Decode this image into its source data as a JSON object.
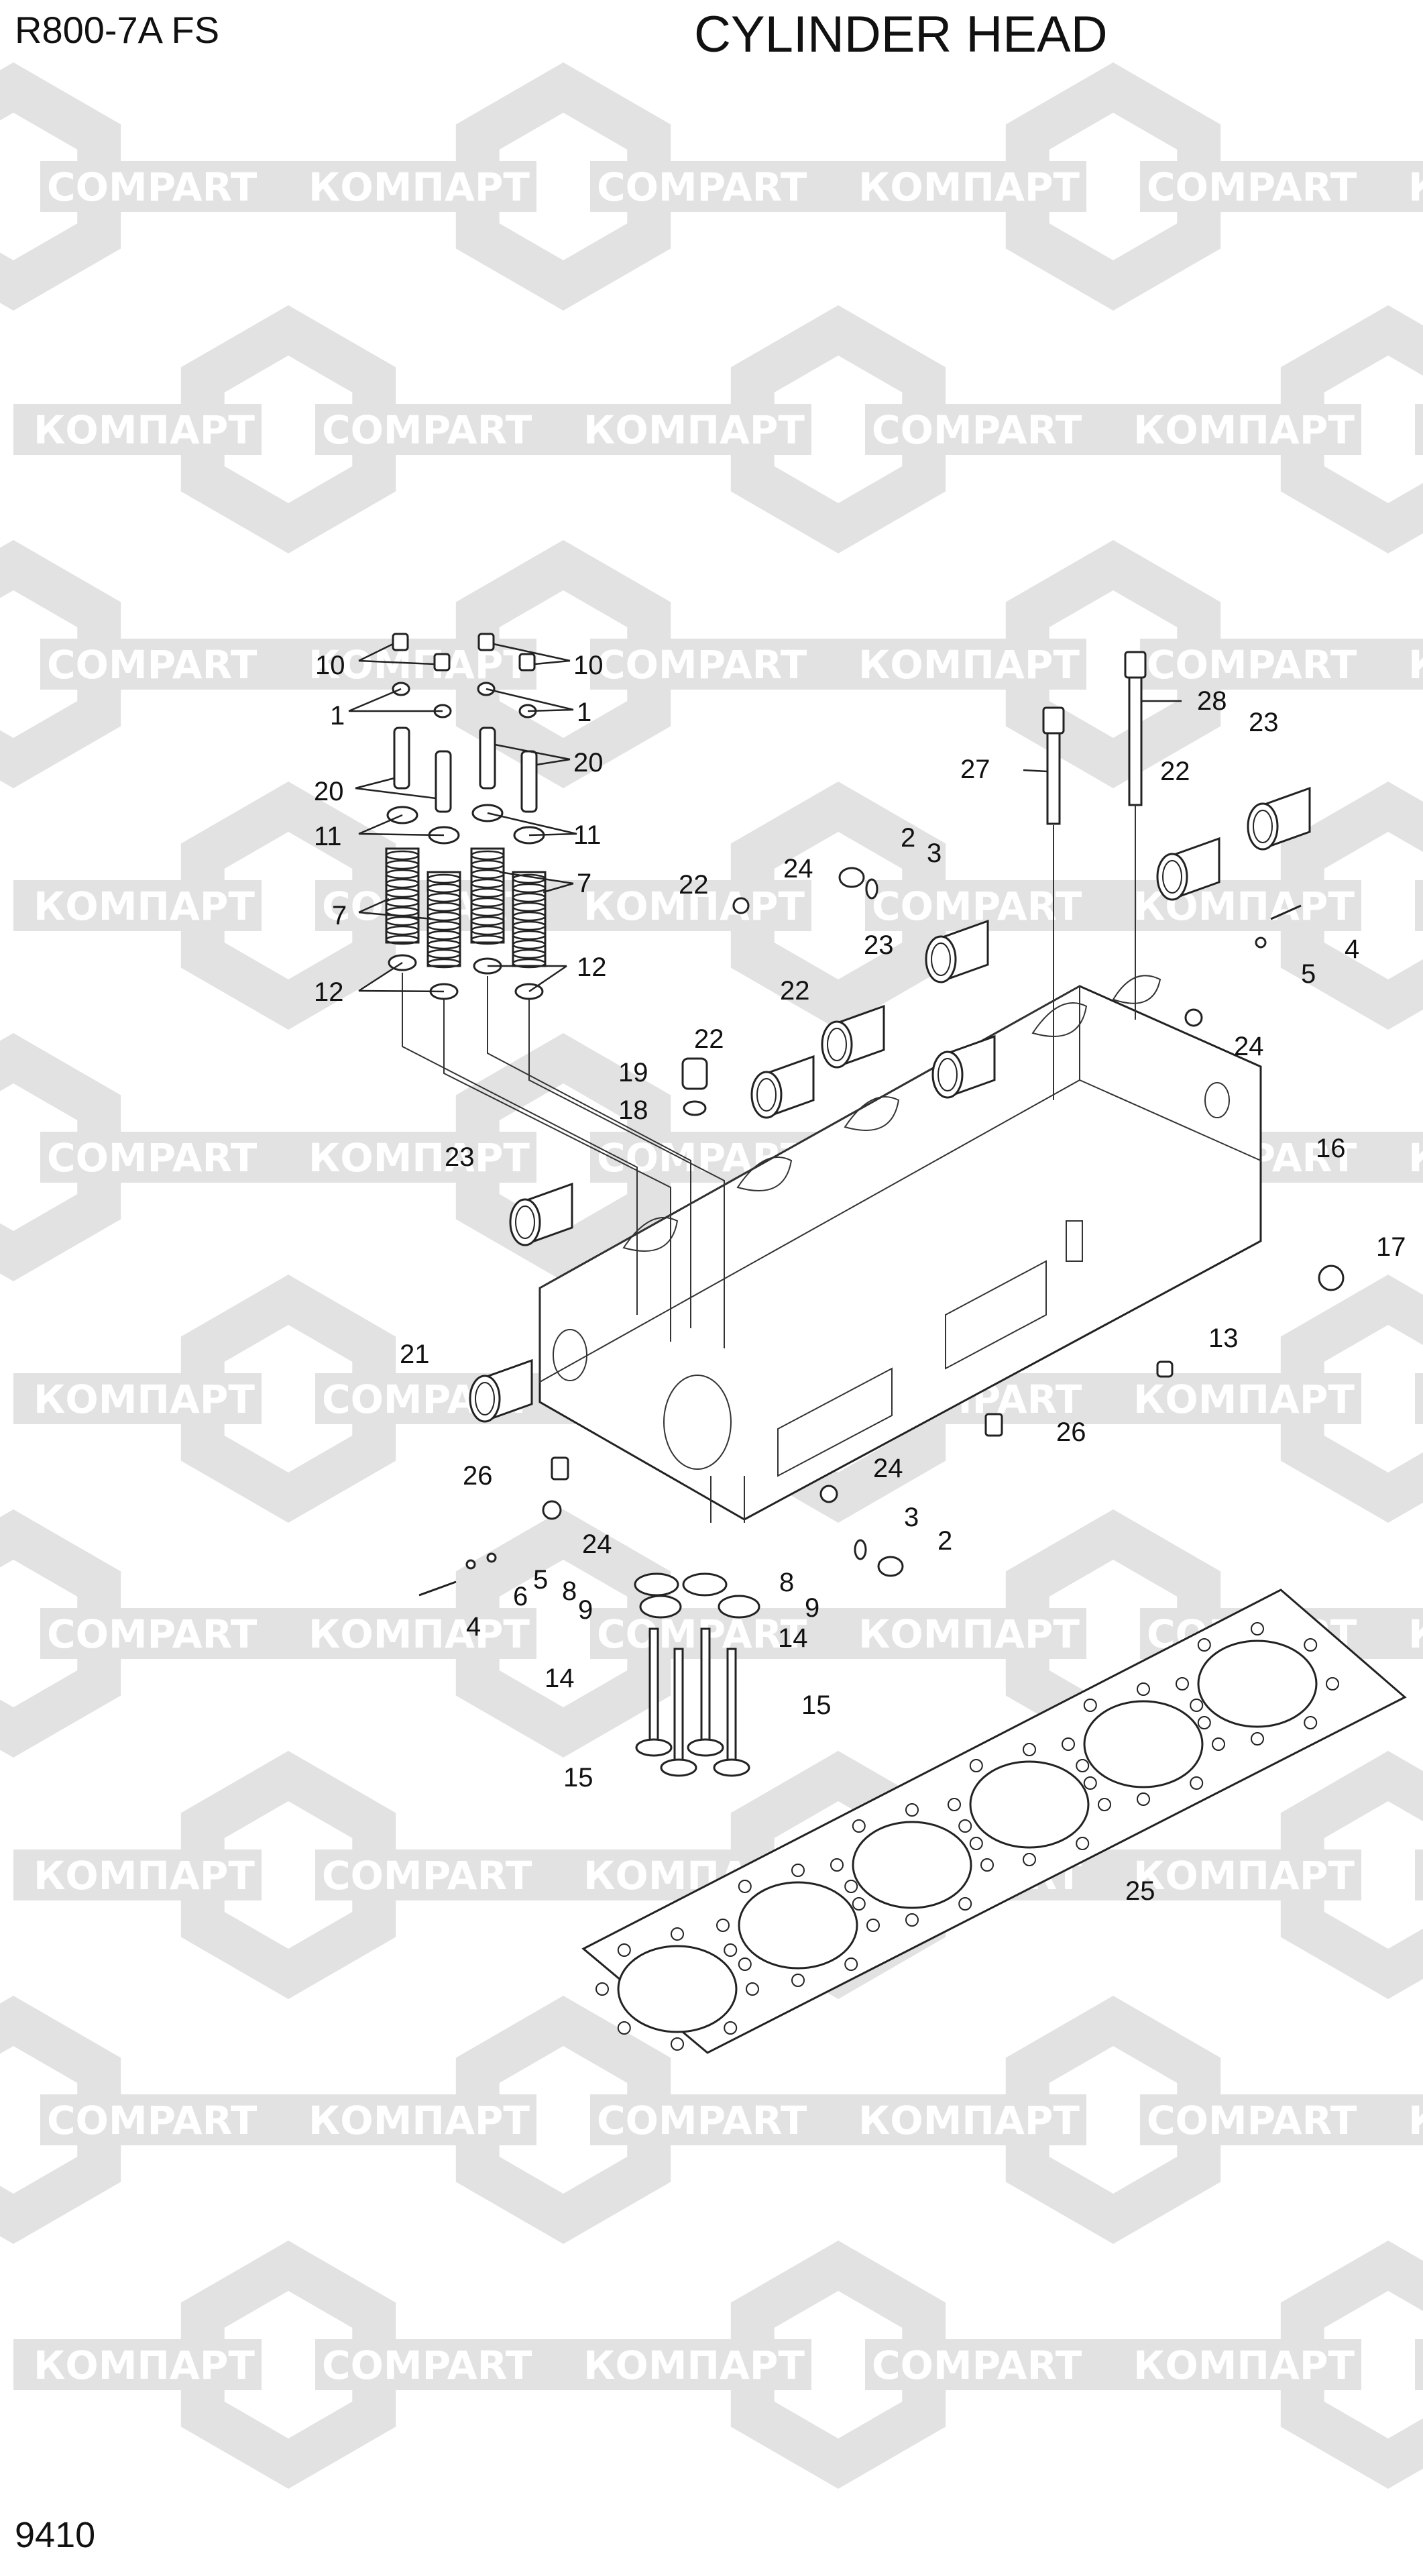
{
  "header": {
    "model": "R800-7A  FS",
    "title": "CYLINDER HEAD"
  },
  "footer": {
    "page_number": "9410"
  },
  "watermark": {
    "text_cyrillic": "КОМПАРТ",
    "text_latin": "COMPART",
    "color": "#e2e2e2"
  },
  "callouts": [
    {
      "id": "c10a",
      "label": "10"
    },
    {
      "id": "c10b",
      "label": "10"
    },
    {
      "id": "c1a",
      "label": "1"
    },
    {
      "id": "c1b",
      "label": "1"
    },
    {
      "id": "c20a",
      "label": "20"
    },
    {
      "id": "c20b",
      "label": "20"
    },
    {
      "id": "c11a",
      "label": "11"
    },
    {
      "id": "c11b",
      "label": "11"
    },
    {
      "id": "c7a",
      "label": "7"
    },
    {
      "id": "c7b",
      "label": "7"
    },
    {
      "id": "c12a",
      "label": "12"
    },
    {
      "id": "c12b",
      "label": "12"
    },
    {
      "id": "c28",
      "label": "28"
    },
    {
      "id": "c27",
      "label": "27"
    },
    {
      "id": "c23a",
      "label": "23"
    },
    {
      "id": "c22a",
      "label": "22"
    },
    {
      "id": "c22b",
      "label": "22"
    },
    {
      "id": "c24a",
      "label": "24"
    },
    {
      "id": "c2a",
      "label": "2"
    },
    {
      "id": "c3a",
      "label": "3"
    },
    {
      "id": "c4a",
      "label": "4"
    },
    {
      "id": "c5a",
      "label": "5"
    },
    {
      "id": "c23b",
      "label": "23"
    },
    {
      "id": "c22c",
      "label": "22"
    },
    {
      "id": "c24b",
      "label": "24"
    },
    {
      "id": "c22d",
      "label": "22"
    },
    {
      "id": "c19",
      "label": "19"
    },
    {
      "id": "c18",
      "label": "18"
    },
    {
      "id": "c16",
      "label": "16"
    },
    {
      "id": "c23c",
      "label": "23"
    },
    {
      "id": "c17",
      "label": "17"
    },
    {
      "id": "c13",
      "label": "13"
    },
    {
      "id": "c21",
      "label": "21"
    },
    {
      "id": "c26a",
      "label": "26"
    },
    {
      "id": "c26b",
      "label": "26"
    },
    {
      "id": "c24c",
      "label": "24"
    },
    {
      "id": "c24d",
      "label": "24"
    },
    {
      "id": "c3b",
      "label": "3"
    },
    {
      "id": "c2b",
      "label": "2"
    },
    {
      "id": "c5b",
      "label": "5"
    },
    {
      "id": "c6",
      "label": "6"
    },
    {
      "id": "c8a",
      "label": "8"
    },
    {
      "id": "c8b",
      "label": "8"
    },
    {
      "id": "c9a",
      "label": "9"
    },
    {
      "id": "c9b",
      "label": "9"
    },
    {
      "id": "c4b",
      "label": "4"
    },
    {
      "id": "c14a",
      "label": "14"
    },
    {
      "id": "c14b",
      "label": "14"
    },
    {
      "id": "c15a",
      "label": "15"
    },
    {
      "id": "c15b",
      "label": "15"
    },
    {
      "id": "c25",
      "label": "25"
    }
  ]
}
